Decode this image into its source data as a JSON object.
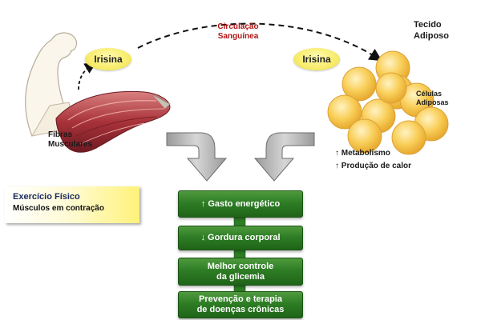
{
  "labels": {
    "circulation_line1": "Circulação",
    "circulation_line2": "Sanguínea",
    "tissue_line1": "Tecido",
    "tissue_line2": "Adiposo",
    "irisina_left": "Irisina",
    "irisina_right": "Irisina",
    "fibers_line1": "Fibras",
    "fibers_line2": "Musculares",
    "cells_line1": "Células",
    "cells_line2": "Adiposas",
    "metabolism": "↑ Metabolismo",
    "heat": "↑ Produção de calor"
  },
  "exercise_box": {
    "title": "Exercício Físico",
    "subtitle": "Músculos em contração"
  },
  "effects": [
    {
      "line1": "↑ Gasto energético",
      "line2": ""
    },
    {
      "line1": "↓ Gordura corporal",
      "line2": ""
    },
    {
      "line1": "Melhor controle",
      "line2": "da glicemia"
    },
    {
      "line1": "Prevenção e terapia",
      "line2": "de doenças crônicas"
    }
  ],
  "colors": {
    "green": "#2e7d25",
    "fat_cell": "#f7c541",
    "irisina": "#f7ec6b",
    "circulation_text": "#b01515",
    "muscle": "#a8323a"
  }
}
